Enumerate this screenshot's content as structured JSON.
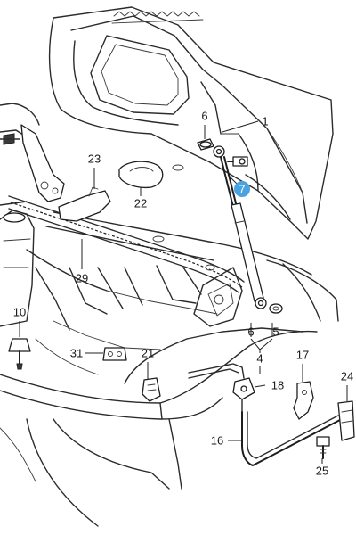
{
  "diagram": {
    "highlight_color": "#4aa3df",
    "callouts": {
      "c1": "1",
      "c4": "4",
      "c5": "5",
      "c6_top": "6",
      "c6_bottom": "6",
      "c7": "7",
      "c10": "10",
      "c16": "16",
      "c17": "17",
      "c18": "18",
      "c21": "21",
      "c22": "22",
      "c23": "23",
      "c24": "24",
      "c25": "25",
      "c29": "29",
      "c31": "31"
    }
  }
}
